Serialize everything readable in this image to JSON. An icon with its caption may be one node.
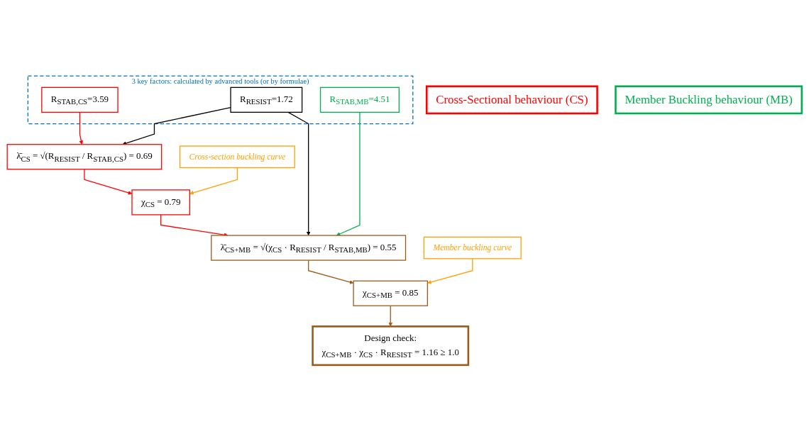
{
  "diagram": {
    "nodes": [
      {
        "text": [
          "Cross-Sectional behaviour (CS)"
        ]
      },
      {
        "text": [
          "Member Buckling behaviour (MB)"
        ]
      },
      {
        "text": [
          "3 key factors: calculated by advanced tools (or by formulae)"
        ]
      },
      {
        "text": [
          "R$_{STAB,CS}$=3.59"
        ],
        "in": 2
      },
      {
        "text": [
          "R$_{RESIST}$=1.72"
        ],
        "in": 2
      },
      {
        "text": [
          "R$_{STAB,MB}$=4.51"
        ],
        "in": 2
      },
      {
        "text": [
          "λ̄$_{CS}$ = √(R$_{RESIST}$ / R$_{STAB,CS}$) = 0.69"
        ]
      },
      {
        "text": [
          "λ̄$_{CS+MB}$ = √(χ$_{CS}$ · R$_{RESIST}$ / R$_{STAB,MB}$) = 0.55"
        ]
      },
      {
        "text": [
          "Cross-section buckling curve"
        ]
      },
      {
        "text": [
          "χ$_{CS}$ = 0.79"
        ]
      },
      {
        "text": [
          "Member buckling curve"
        ]
      },
      {
        "text": [
          "χ$_{CS+MB}$ = 0.85"
        ]
      },
      {
        "text": [
          "Design check:",
          "χ$_{CS+MB}$ · χ$_{CS}$ · R$_{RESIST}$ = 1.16 ≥ 1.0"
        ]
      }
    ],
    "edges": [
      {
        "from": 3,
        "to": 6,
        "arrow": "to",
        "color": "#ff0000"
      },
      {
        "from": 4,
        "to": 6,
        "arrow": "to",
        "color": "#000000"
      },
      {
        "from": 4,
        "to": 7,
        "arrow": "to",
        "color": "#000000"
      },
      {
        "from": 5,
        "to": 7,
        "arrow": "to",
        "color": "#00b050"
      },
      {
        "from": 6,
        "to": 9,
        "arrow": "to",
        "color": "#ff0000"
      },
      {
        "from": 8,
        "to": 9,
        "arrow": "to",
        "color": "#ffa000"
      },
      {
        "from": 9,
        "to": 7,
        "arrow": "to",
        "color": "#ff0000"
      },
      {
        "from": 7,
        "to": 11,
        "arrow": "to",
        "color": "#9c5a1a"
      },
      {
        "from": 10,
        "to": 11,
        "arrow": "to",
        "color": "#ffa000"
      },
      {
        "from": 11,
        "to": 12,
        "arrow": "to",
        "color": "#9c5a1a"
      }
    ]
  }
}
